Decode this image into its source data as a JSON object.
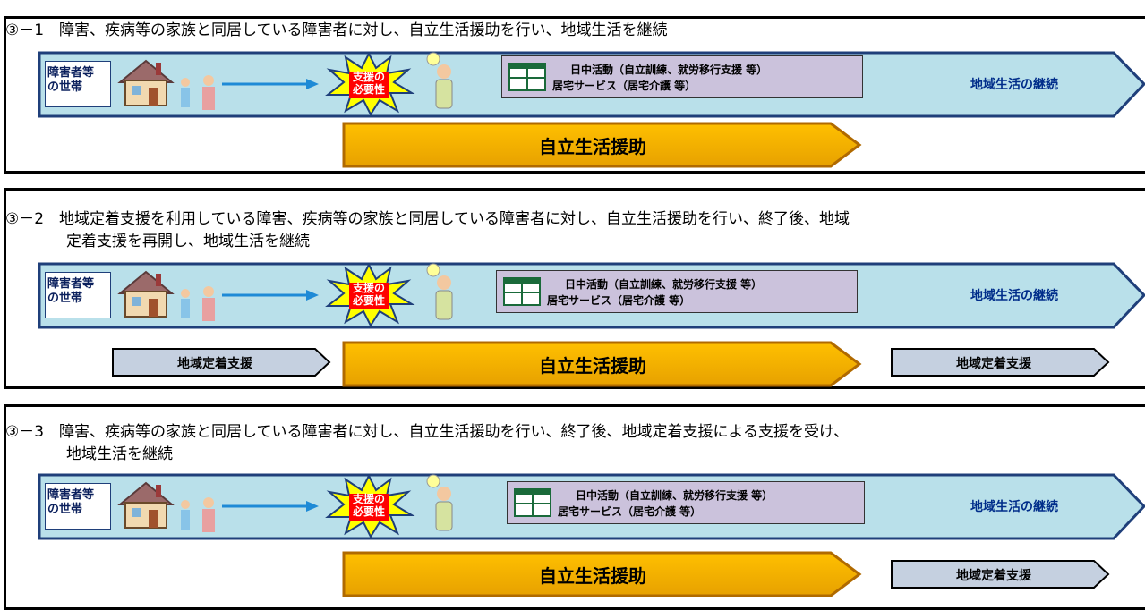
{
  "panels": [
    {
      "title_line1": "③－1　障害、疾病等の家族と同居している障害者に対し、自立生活援助を行い、地域生活を継続",
      "title_line2": "",
      "household_line1": "障害者等",
      "household_line2": "の世帯",
      "support_need_line1": "支援の",
      "support_need_line2": "必要性",
      "service_line1": "日中活動（自立訓練、就労移行支援 等）",
      "service_line2": "居宅サービス（居宅介護 等）",
      "continue_label": "地域生活の継続",
      "main_support_label": "自立生活援助"
    },
    {
      "title_line1": "③－2　地域定着支援を利用している障害、疾病等の家族と同居している障害者に対し、自立生活援助を行い、終了後、地域",
      "title_line2": "定着支援を再開し、地域生活を継続",
      "household_line1": "障害者等",
      "household_line2": "の世帯",
      "support_need_line1": "支援の",
      "support_need_line2": "必要性",
      "service_line1": "日中活動（自立訓練、就労移行支援 等）",
      "service_line2": "居宅サービス（居宅介護 等）",
      "continue_label": "地域生活の継続",
      "pre_support_label": "地域定着支援",
      "main_support_label": "自立生活援助",
      "post_support_label": "地域定着支援"
    },
    {
      "title_line1": "③－3　障害、疾病等の家族と同居している障害者に対し、自立生活援助を行い、終了後、地域定着支援による支援を受け、",
      "title_line2": "地域生活を継続",
      "household_line1": "障害者等",
      "household_line2": "の世帯",
      "support_need_line1": "支援の",
      "support_need_line2": "必要性",
      "service_line1": "日中活動（自立訓練、就労移行支援 等）",
      "service_line2": "居宅サービス（居宅介護 等）",
      "continue_label": "地域生活の継続",
      "main_support_label": "自立生活援助",
      "post_support_label": "地域定着支援"
    }
  ],
  "colors": {
    "band_fill": "#b9e0ea",
    "band_border": "#1f3f7a",
    "orange_top": "#ffc000",
    "orange_bottom": "#e7a100",
    "orange_border": "#b06a00",
    "service_box": "#cbc2dc",
    "star_fill": "#ffff00",
    "star_text_bg": "#ff0000",
    "grey_arrow": "#c5d0e0"
  }
}
